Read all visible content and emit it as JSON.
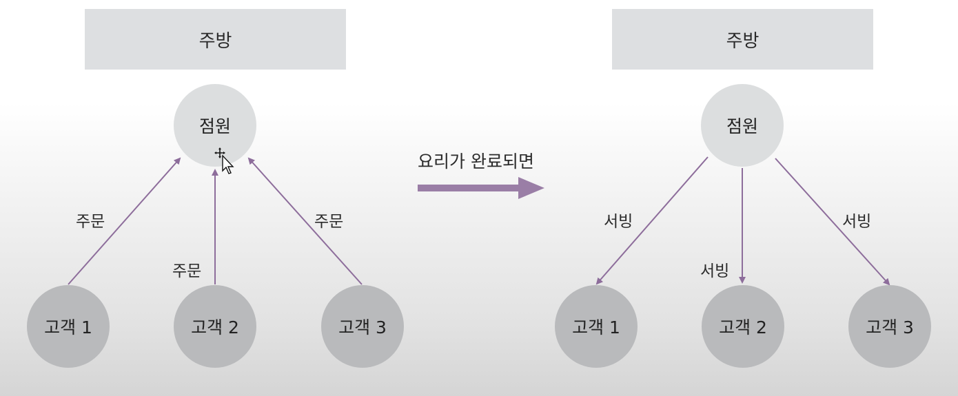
{
  "left": {
    "kitchen": "주방",
    "staff": "점원",
    "customers": [
      "고객 1",
      "고객 2",
      "고객 3"
    ],
    "edge_labels": [
      "주문",
      "주문",
      "주문"
    ]
  },
  "transition": {
    "label": "요리가 완료되면"
  },
  "right": {
    "kitchen": "주방",
    "staff": "점원",
    "customers": [
      "고객 1",
      "고객 2",
      "고객 3"
    ],
    "edge_labels": [
      "서빙",
      "서빙",
      "서빙"
    ]
  },
  "colors": {
    "arrow": "#8d6d9b",
    "staff": "#dcdedf",
    "customer": "#b9babc",
    "kitchen": "#dddfe1"
  }
}
